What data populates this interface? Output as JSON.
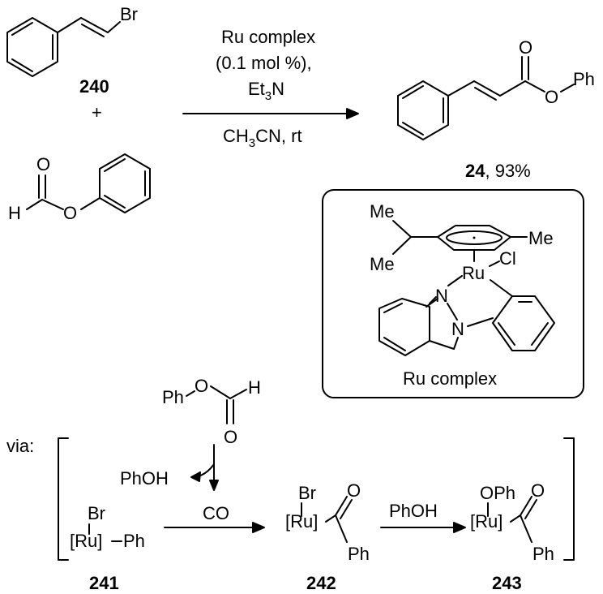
{
  "reaction": {
    "reagents": {
      "catalyst": "Ru complex",
      "loading": "(0.1 mol %),",
      "base_main": "Et",
      "base_sub": "3",
      "base_end": "N",
      "solvent_a": "CH",
      "solvent_sub": "3",
      "solvent_b": "CN, rt"
    },
    "bromide_atom": "Br",
    "bromide_id": "240",
    "plus": "+",
    "formate_O": "O",
    "formate_H": "H",
    "formate_Oe": "O",
    "product_O": "O",
    "product_Oe": "O",
    "product_Ph": "Ph",
    "product_id": "24",
    "product_yield": ", 93%"
  },
  "catalyst_box": {
    "me_top": "Me",
    "me_bottom": "Me",
    "me_right": "Me",
    "ru": "Ru",
    "cl": "Cl",
    "n1": "N",
    "n2": "N",
    "caption": "Ru complex"
  },
  "mechanism": {
    "via": "via:",
    "formate_Ph": "Ph",
    "formate_O": "O",
    "formate_H": "H",
    "formate_Oc": "O",
    "phoh_out": "PhOH",
    "i241_br": "Br",
    "i241_ru": "[Ru]",
    "i241_ph": "Ph",
    "i241_id": "241",
    "co": "CO",
    "i242_br": "Br",
    "i242_ru": "[Ru]",
    "i242_o": "O",
    "i242_ph": "Ph",
    "i242_id": "242",
    "phoh_in": "PhOH",
    "i243_oph": "OPh",
    "i243_ru": "[Ru]",
    "i243_o": "O",
    "i243_ph": "Ph",
    "i243_id": "243"
  }
}
